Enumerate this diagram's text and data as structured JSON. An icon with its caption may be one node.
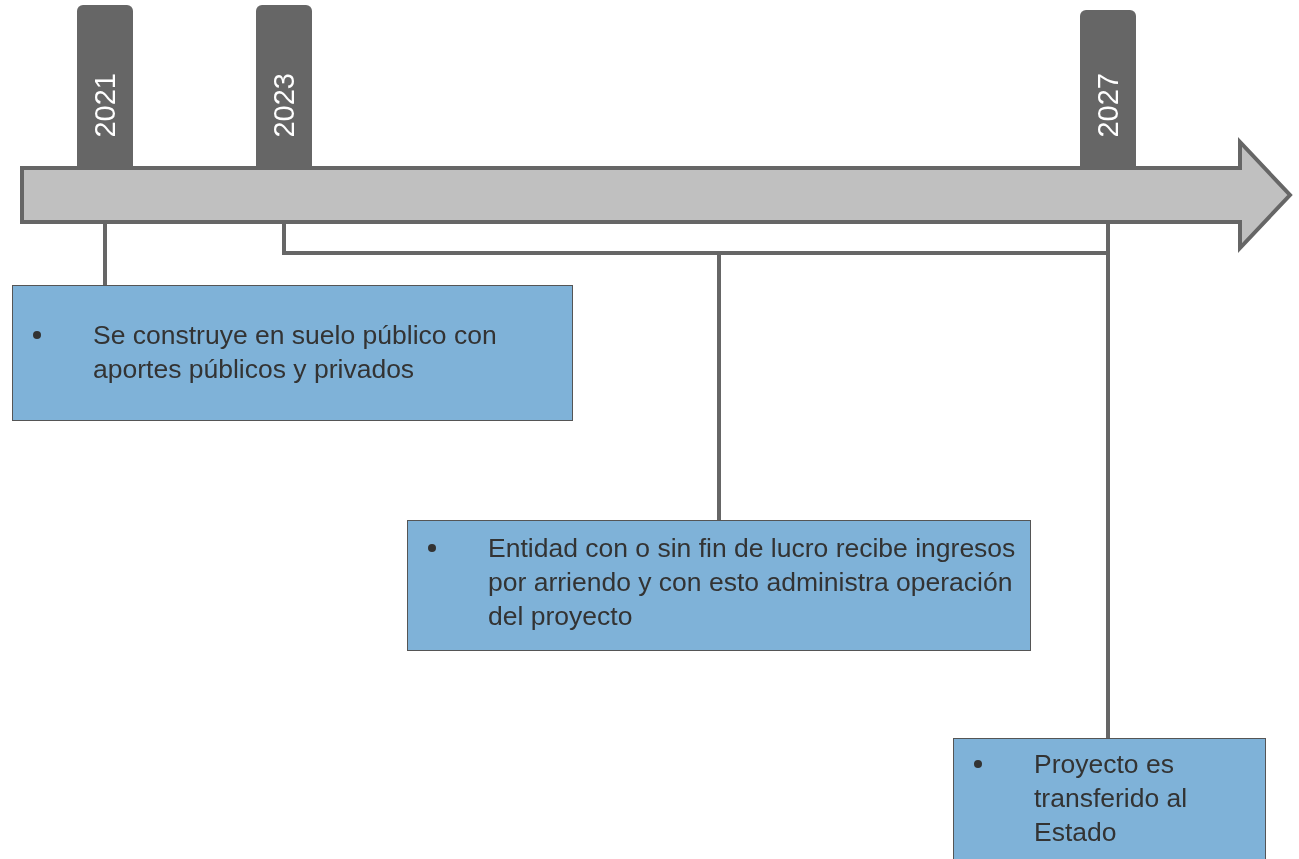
{
  "diagram": {
    "nodes": [
      {
        "text": [
          "2021"
        ]
      },
      {
        "text": [
          "2023"
        ]
      },
      {
        "text": [
          "2027"
        ]
      },
      {
        "text": [
          "Se construye en suelo público con aportes públicos y privados"
        ]
      },
      {
        "text": [
          "Entidad con o sin fin de lucro recibe ingresos por arriendo y con esto administra operación del proyecto"
        ]
      },
      {
        "text": [
          "Proyecto es transferido al Estado"
        ]
      }
    ],
    "edges": [
      {
        "from": 0,
        "to": 3,
        "arrow": "none"
      },
      {
        "from": 1,
        "to": 4,
        "arrow": "none"
      },
      {
        "from": 2,
        "to": 4,
        "arrow": "none"
      },
      {
        "from": 2,
        "to": 5,
        "arrow": "none"
      }
    ]
  }
}
